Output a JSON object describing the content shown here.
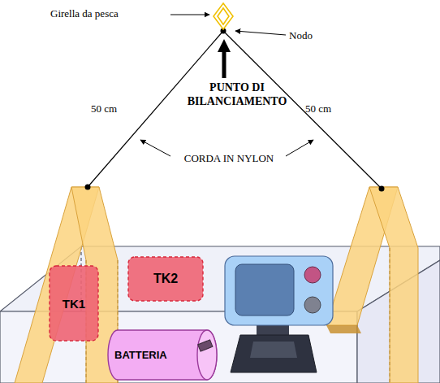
{
  "diagram": {
    "nodes": [
      {
        "text": [
          "TK1"
        ]
      },
      {
        "text": [
          "TK2"
        ]
      },
      {
        "text": [
          "BATTERIA"
        ]
      }
    ],
    "labels": [
      "Girella da pesca",
      "Nodo",
      "PUNTO DI BILANCIAMENTO",
      "50 cm",
      "50 cm",
      "CORDA IN NYLON"
    ]
  }
}
